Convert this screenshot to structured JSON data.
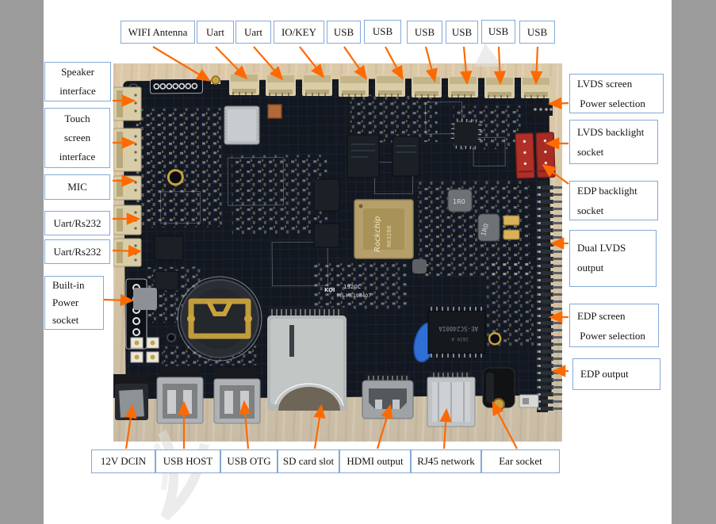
{
  "colors": {
    "arrow": "#fd6a02",
    "label_border": "#84a9d6",
    "sidebar": "#9b9b9b",
    "pcb": "#131720",
    "wood": "#d6c3a2"
  },
  "labels": {
    "top": [
      "WIFI Antenna",
      "Uart",
      "Uart",
      "IO/KEY",
      "USB",
      "USB",
      "USB",
      "USB",
      "USB",
      "USB"
    ],
    "left": [
      "Speaker\ninterface",
      "Touch\nscreen\ninterface",
      "MIC",
      "Uart/Rs232",
      "Uart/Rs232",
      "Built-in\nPower\nsocket"
    ],
    "right": [
      "LVDS screen\n Power selection",
      "LVDS backlight\nsocket",
      "EDP backlight\nsocket",
      "Dual LVDS\noutput",
      "EDP screen\n Power selection",
      "EDP output"
    ],
    "bottom": [
      "12V DCIN",
      "USB HOST",
      "USB OTG",
      "SD card slot",
      "HDMI output",
      "RJ45 network",
      "Ear socket"
    ]
  },
  "board": {
    "soc_line1": "Rockchip",
    "soc_line2": "RK3288",
    "silkscreen_rev": "1920L",
    "silkscreen_model": "MS-ME198407",
    "logo": "KOI",
    "inductor": "1R0",
    "io_chip": "AE-SC2480IA",
    "io_chip_date": "1820 A"
  }
}
